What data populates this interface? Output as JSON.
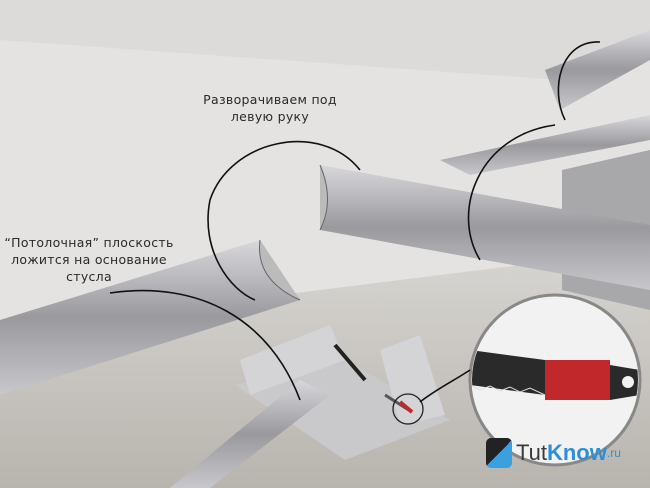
{
  "labels": {
    "turn_left_line1": "Разворачиваем под",
    "turn_left_line2": "левую руку",
    "ceiling_line1": "“Потолочная” плоскость",
    "ceiling_line2": "ложится на основание",
    "ceiling_line3": "стусла"
  },
  "logo": {
    "tut": "Tut",
    "know": "Know",
    "ru": ".ru"
  },
  "colors": {
    "background": "#e4e3e1",
    "wall": "#a8a8aa",
    "logo_blue": "#2f8fd6",
    "saw_handle": "#c0282c"
  }
}
